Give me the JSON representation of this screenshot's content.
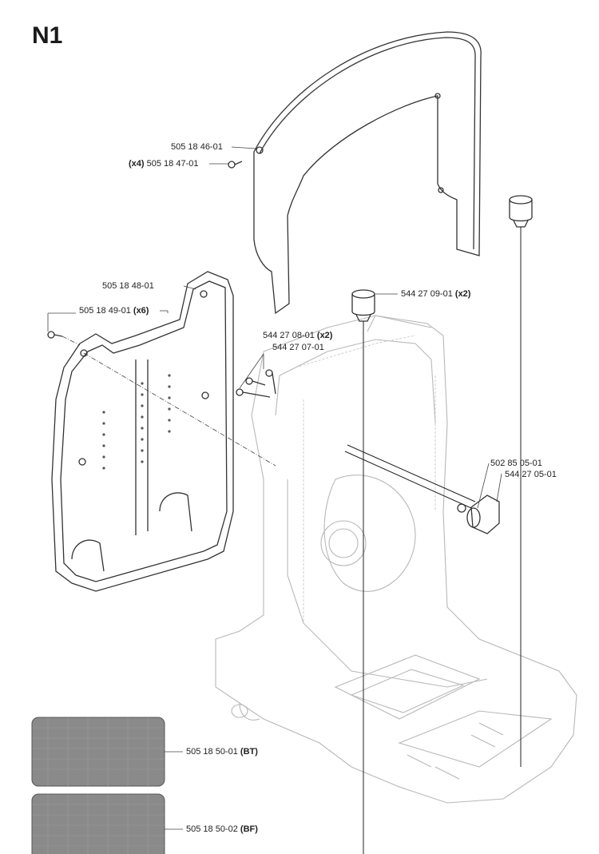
{
  "title": "N1",
  "parts": [
    {
      "id": "p1",
      "prefix": "",
      "number": "505 18 46-01",
      "suffix": ""
    },
    {
      "id": "p2",
      "prefix": "(x4)",
      "number": "505 18 47-01",
      "suffix": ""
    },
    {
      "id": "p3",
      "prefix": "",
      "number": "505 18 48-01",
      "suffix": ""
    },
    {
      "id": "p4",
      "prefix": "",
      "number": "505 18 49-01",
      "suffix": "(x6)"
    },
    {
      "id": "p5",
      "prefix": "",
      "number": "544 27 09-01",
      "suffix": "(x2)"
    },
    {
      "id": "p6",
      "prefix": "",
      "number": "544 27 08-01",
      "suffix": "(x2)"
    },
    {
      "id": "p7",
      "prefix": "",
      "number": "544 27 07-01",
      "suffix": ""
    },
    {
      "id": "p8",
      "prefix": "",
      "number": "502 85 05-01",
      "suffix": ""
    },
    {
      "id": "p9",
      "prefix": "",
      "number": "544 27 05-01",
      "suffix": ""
    },
    {
      "id": "p10",
      "prefix": "",
      "number": "505 18 50-01",
      "suffix": "(BT)"
    },
    {
      "id": "p11",
      "prefix": "",
      "number": "505 18 50-02",
      "suffix": "(BF)"
    }
  ]
}
